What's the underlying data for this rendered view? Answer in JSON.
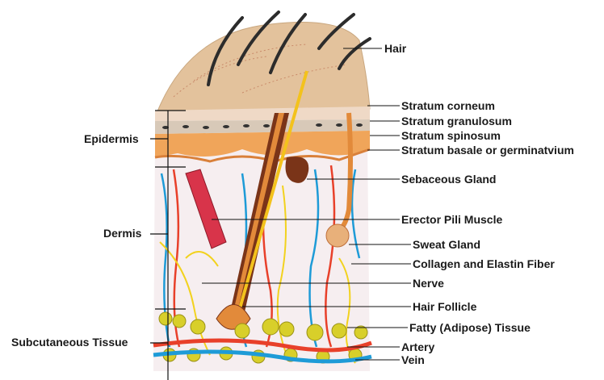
{
  "labels": {
    "hair": "Hair",
    "stratum_corneum": "Stratum corneum",
    "stratum_granulosum": "Stratum granulosum",
    "stratum_spinosum": "Stratum spinosum",
    "stratum_basale": "Stratum basale or germinatvium",
    "sebaceous_gland": "Sebaceous Gland",
    "erector_pili": "Erector Pili Muscle",
    "sweat_gland": "Sweat Gland",
    "collagen": "Collagen and Elastin Fiber",
    "nerve": "Nerve",
    "hair_follicle": "Hair Follicle",
    "fatty_tissue": "Fatty (Adipose) Tissue",
    "artery": "Artery",
    "vein": "Vein",
    "epidermis": "Epidermis",
    "dermis": "Dermis",
    "subcutaneous": "Subcutaneous Tissue"
  },
  "colors": {
    "skin_surface": "#e3c29c",
    "epidermis_band": "#f0a55a",
    "dermis_bg": "#f6eef0",
    "hair_shaft": "#7a3418",
    "hair_core": "#f3c21c",
    "muscle": "#d8344a",
    "nerve_yellow": "#f2d21e",
    "vessel_red": "#e8402a",
    "vessel_blue": "#1e9bd7",
    "fat": "#d8cf2a"
  }
}
